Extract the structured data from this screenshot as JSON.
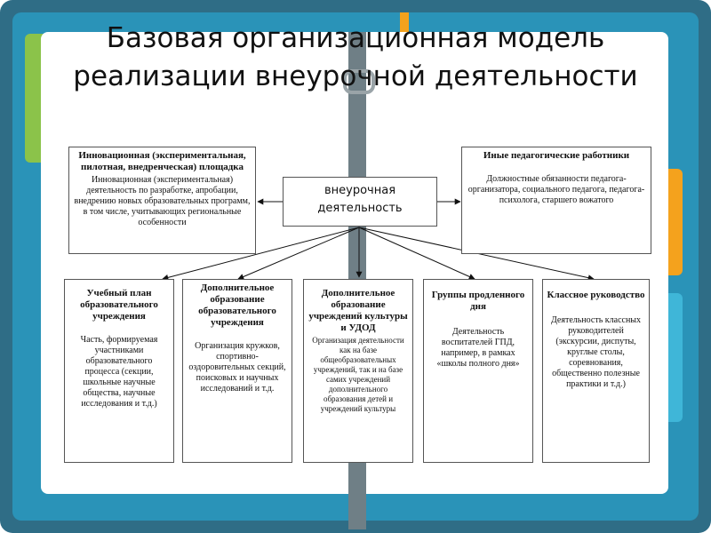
{
  "title": "Базовая организационная модель реализации внеурочной деятельности",
  "center": "внеурочная деятельность",
  "top_left": {
    "heading": "Инновационная (экспериментальная, пилотная, внедренческая) площадка",
    "text": "Инновационная (экспериментальная) деятельность по разработке, апробации, внедрению новых образовательных программ, в том числе, учитывающих региональные особенности"
  },
  "top_right": {
    "heading": "Иные педагогические работники",
    "text": "Должностные обязанности педагога-организатора, социального педагога, педагога-психолога, старшего вожатого"
  },
  "bottom": [
    {
      "heading": "Учебный план образовательного учреждения",
      "text": "Часть, формируемая участниками образовательного процесса (секции, школьные научные общества, научные исследования и т.д.)"
    },
    {
      "heading": "Дополнительное образование образовательного учреждения",
      "text": "Организация кружков, спортивно-оздоровительных секций, поисковых и научных исследований и т.д."
    },
    {
      "heading": "Дополнительное образование учреждений культуры и УДОД",
      "text": "Организация деятельности как на базе общеобразовательных учреждений, так и на базе самих учреждений дополнительного образования детей и учреждений культуры"
    },
    {
      "heading": "Группы продленного дня",
      "text": "Деятельность воспитателей ГПД, например, в рамках «школы полного дня»"
    },
    {
      "heading": "Классное руководство",
      "text": "Деятельность классных руководителей (экскурсии, диспуты, круглые столы, соревнования, общественно полезные практики и т.д.)"
    }
  ]
}
